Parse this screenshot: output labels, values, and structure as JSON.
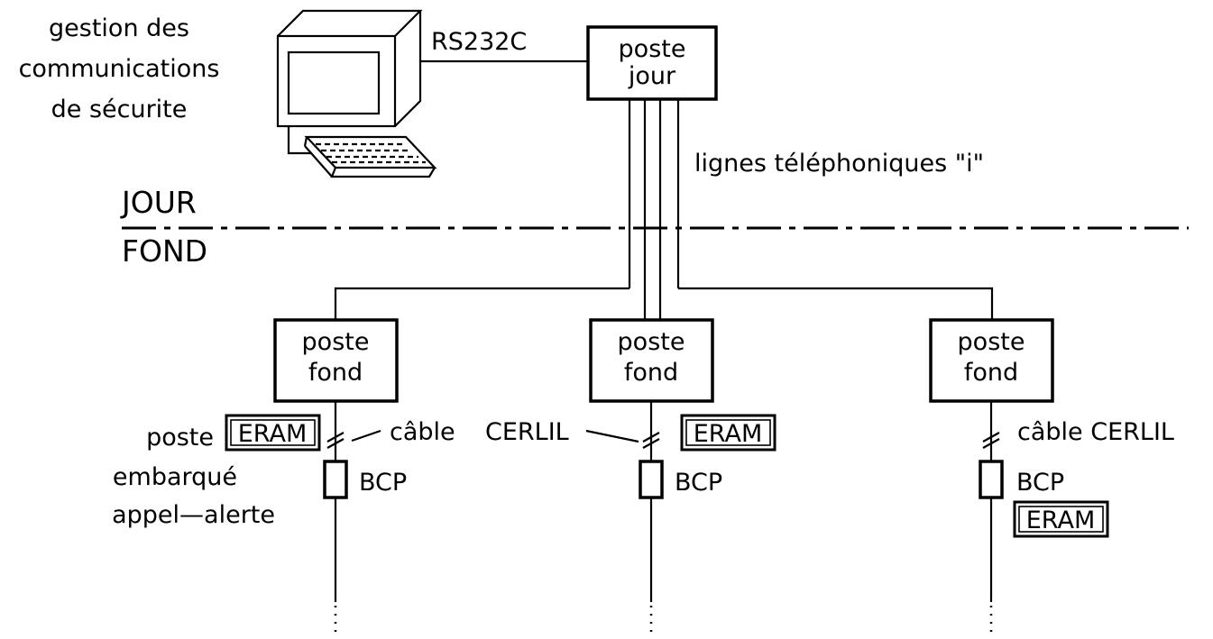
{
  "title_lines": [
    "gestion des",
    "communications",
    "de sécurite"
  ],
  "rs232_label": "RS232C",
  "poste_jour": {
    "line1": "poste",
    "line2": "jour"
  },
  "lignes_label": "lignes téléphoniques \"i\"",
  "zone_top": "JOUR",
  "zone_bottom": "FOND",
  "poste_fond": [
    {
      "line1": "poste",
      "line2": "fond"
    },
    {
      "line1": "poste",
      "line2": "fond"
    },
    {
      "line1": "poste",
      "line2": "fond"
    }
  ],
  "eram_label": "ERAM",
  "bcp_label": "BCP",
  "cable_label": "câble CERLIL",
  "cable_word": "câble",
  "cerlil_word": "CERLIL",
  "poste_embarque": [
    "poste",
    "embarqué",
    "appel—alerte"
  ],
  "continuation": "⋮"
}
